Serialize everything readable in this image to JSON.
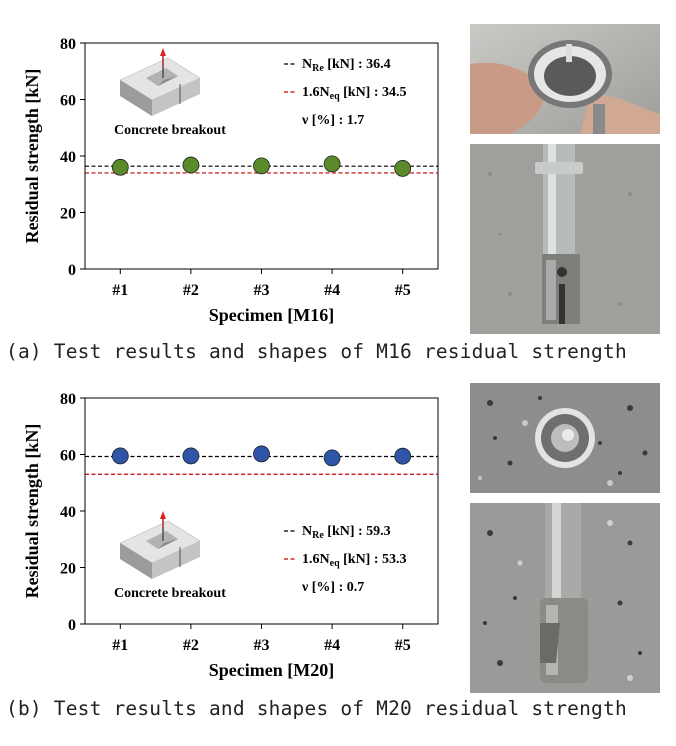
{
  "chart_data": [
    {
      "type": "scatter",
      "ylabel": "Residual strength [kN]",
      "xlabel": "Specimen [M16]",
      "categories": [
        "#1",
        "#2",
        "#3",
        "#4",
        "#5"
      ],
      "values": [
        36.0,
        36.8,
        36.5,
        37.2,
        35.6
      ],
      "ylim": [
        0,
        80
      ],
      "yticks": [
        0,
        20,
        40,
        60,
        80
      ],
      "marker_color": "#5a8a2a",
      "ref_lines": [
        {
          "value": 36.4,
          "color": "#000000"
        },
        {
          "value": 34.0,
          "color": "#c00000"
        }
      ],
      "legend": {
        "line1_main": "N",
        "line1_sub": "Re",
        "line1_rest": " [kN] : 36.4",
        "line2_main": "1.6N",
        "line2_sub": "eq",
        "line2_rest": " [kN] : 34.5",
        "line3": "ν [%] : 1.7"
      },
      "inset_label": "Concrete breakout"
    },
    {
      "type": "scatter",
      "ylabel": "Residual strength [kN]",
      "xlabel": "Specimen [M20]",
      "categories": [
        "#1",
        "#2",
        "#3",
        "#4",
        "#5"
      ],
      "values": [
        59.5,
        59.5,
        60.2,
        58.8,
        59.4
      ],
      "ylim": [
        0,
        80
      ],
      "yticks": [
        0,
        20,
        40,
        60,
        80
      ],
      "marker_color": "#2f55a8",
      "ref_lines": [
        {
          "value": 59.3,
          "color": "#000000"
        },
        {
          "value": 53.0,
          "color": "#c00000"
        }
      ],
      "legend": {
        "line1_main": "N",
        "line1_sub": "Re",
        "line1_rest": " [kN] : 59.3",
        "line2_main": "1.6N",
        "line2_sub": "eq",
        "line2_rest": " [kN] : 53.3",
        "line3": "ν [%] : 0.7"
      },
      "inset_label": "Concrete breakout"
    }
  ],
  "captions": {
    "a": "(a) Test results and shapes of M16 residual strength",
    "b": "(b) Test results and shapes of M20 residual strength"
  }
}
